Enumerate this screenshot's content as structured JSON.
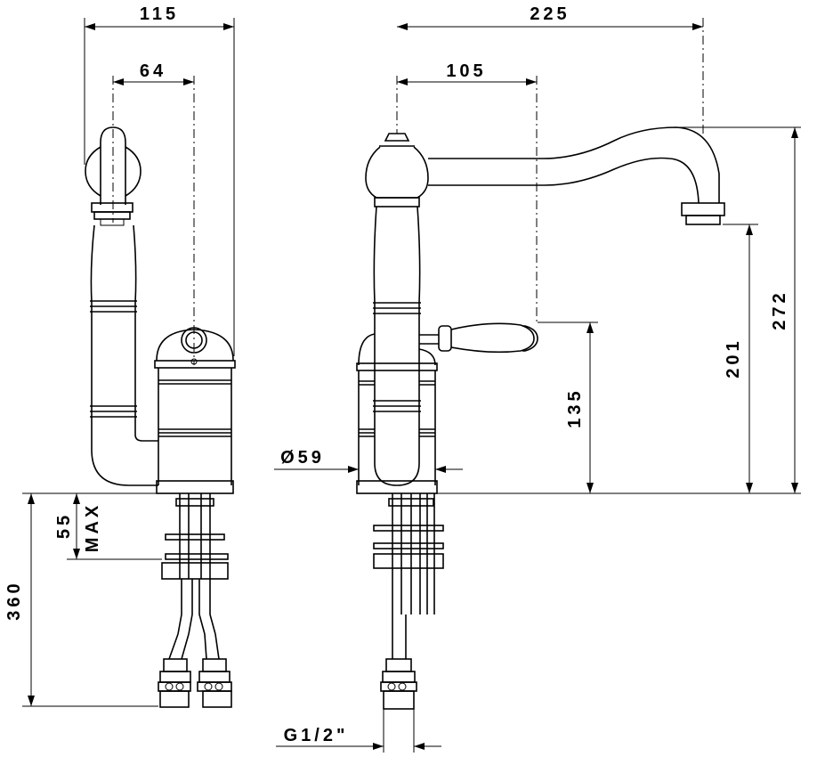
{
  "dimensions": {
    "side_width": "115",
    "side_axis": "64",
    "front_width": "225",
    "front_axis": "105",
    "deck_thickness": "55",
    "deck_max": "MAX",
    "hose_length": "360",
    "base_diameter": "Ø59",
    "lever_height": "135",
    "spout_height": "201",
    "total_height": "272",
    "connection": "G1/2\""
  }
}
